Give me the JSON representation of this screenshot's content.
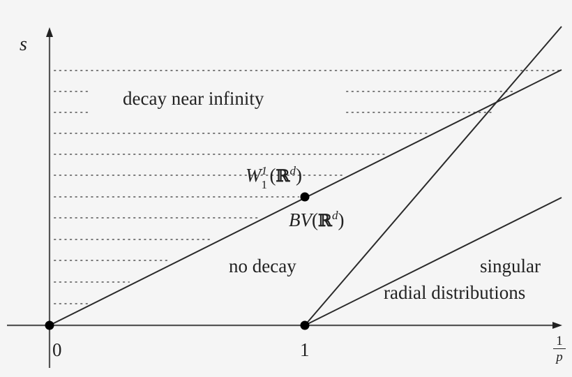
{
  "diagram": {
    "axes": {
      "y_label": "s",
      "x_label_numerator": "1",
      "x_label_denominator": "p",
      "x_ticks": [
        {
          "label": "0",
          "value": 0
        },
        {
          "label": "1",
          "value": 1
        }
      ]
    },
    "points": [
      {
        "name": "origin",
        "x": 0,
        "s": 0
      },
      {
        "name": "one",
        "x": 1,
        "s": 0
      },
      {
        "name": "W11-BV",
        "x": 1,
        "s": 0.5
      }
    ],
    "lines": [
      {
        "name": "line-through-origin",
        "from": [
          0,
          0
        ],
        "to": [
          2,
          1
        ]
      },
      {
        "name": "steep-line-from-one",
        "from": [
          1,
          0
        ],
        "to": [
          2,
          1.16
        ]
      },
      {
        "name": "shallow-line-from-one",
        "from": [
          1,
          0
        ],
        "to": [
          2,
          0.5
        ]
      }
    ],
    "regions": {
      "decay_near_infinity": "decay near infinity",
      "no_decay": "no decay",
      "singular_line1": "singular",
      "singular_line2": "radial distributions"
    },
    "point_labels": {
      "w11_W": "W",
      "w11_sup": "1",
      "w11_sub": "1",
      "w11_open": "(",
      "w11_R": "ℝ",
      "w11_d": "d",
      "w11_close": ")",
      "bv_BV": "BV",
      "bv_open": "(",
      "bv_R": "ℝ",
      "bv_d": "d",
      "bv_close": ")"
    },
    "colors": {
      "background": "#f5f5f5",
      "lines": "#2a2a2a",
      "axes": "#555555",
      "dots": "#777777",
      "points": "#000000"
    }
  }
}
